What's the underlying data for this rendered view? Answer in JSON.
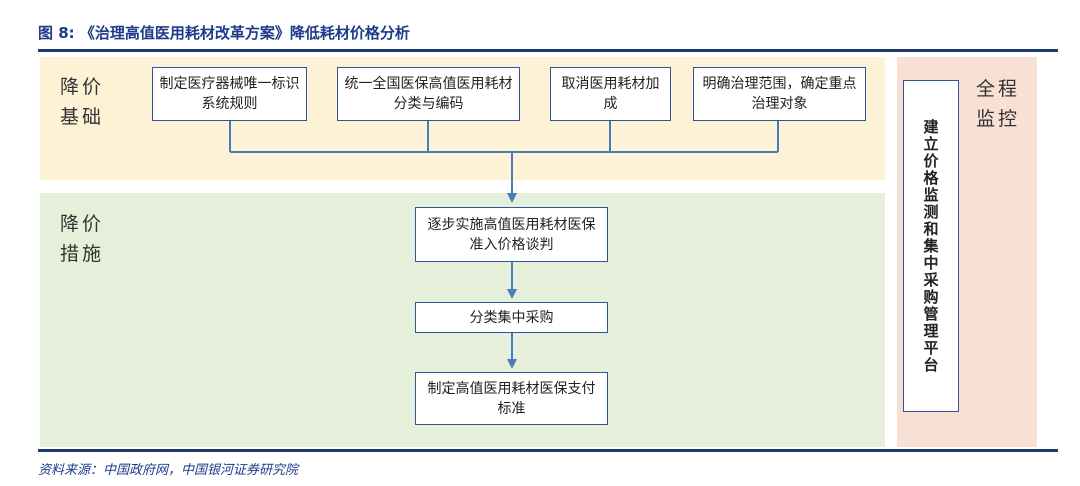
{
  "figure": {
    "title": "图 8: 《治理高值医用耗材改革方案》降低耗材价格分析",
    "source": "资料来源：中国政府网，中国银河证券研究院"
  },
  "sections": {
    "foundation_label": "降价\n基础",
    "measures_label": "降价\n措施",
    "monitor_label": "全程\n监控"
  },
  "foundation_boxes": [
    "制定医疗器械唯一标识系统规则",
    "统一全国医保高值医用耗材分类与编码",
    "取消医用耗材加成",
    "明确治理范围，确定重点治理对象"
  ],
  "measure_boxes": [
    "逐步实施高值医用耗材医保准入价格谈判",
    "分类集中采购",
    "制定高值医用耗材医保支付标准"
  ],
  "monitor_box": "建立价格监测和集中采购管理平台",
  "colors": {
    "title": "#1f3a8a",
    "rule": "#1f3a6e",
    "foundation_bg": "#fdf1d6",
    "measures_bg": "#e5efd9",
    "monitor_bg": "#f8e0d5",
    "box_border": "#2f5597",
    "connector": "#4a7ebb"
  }
}
